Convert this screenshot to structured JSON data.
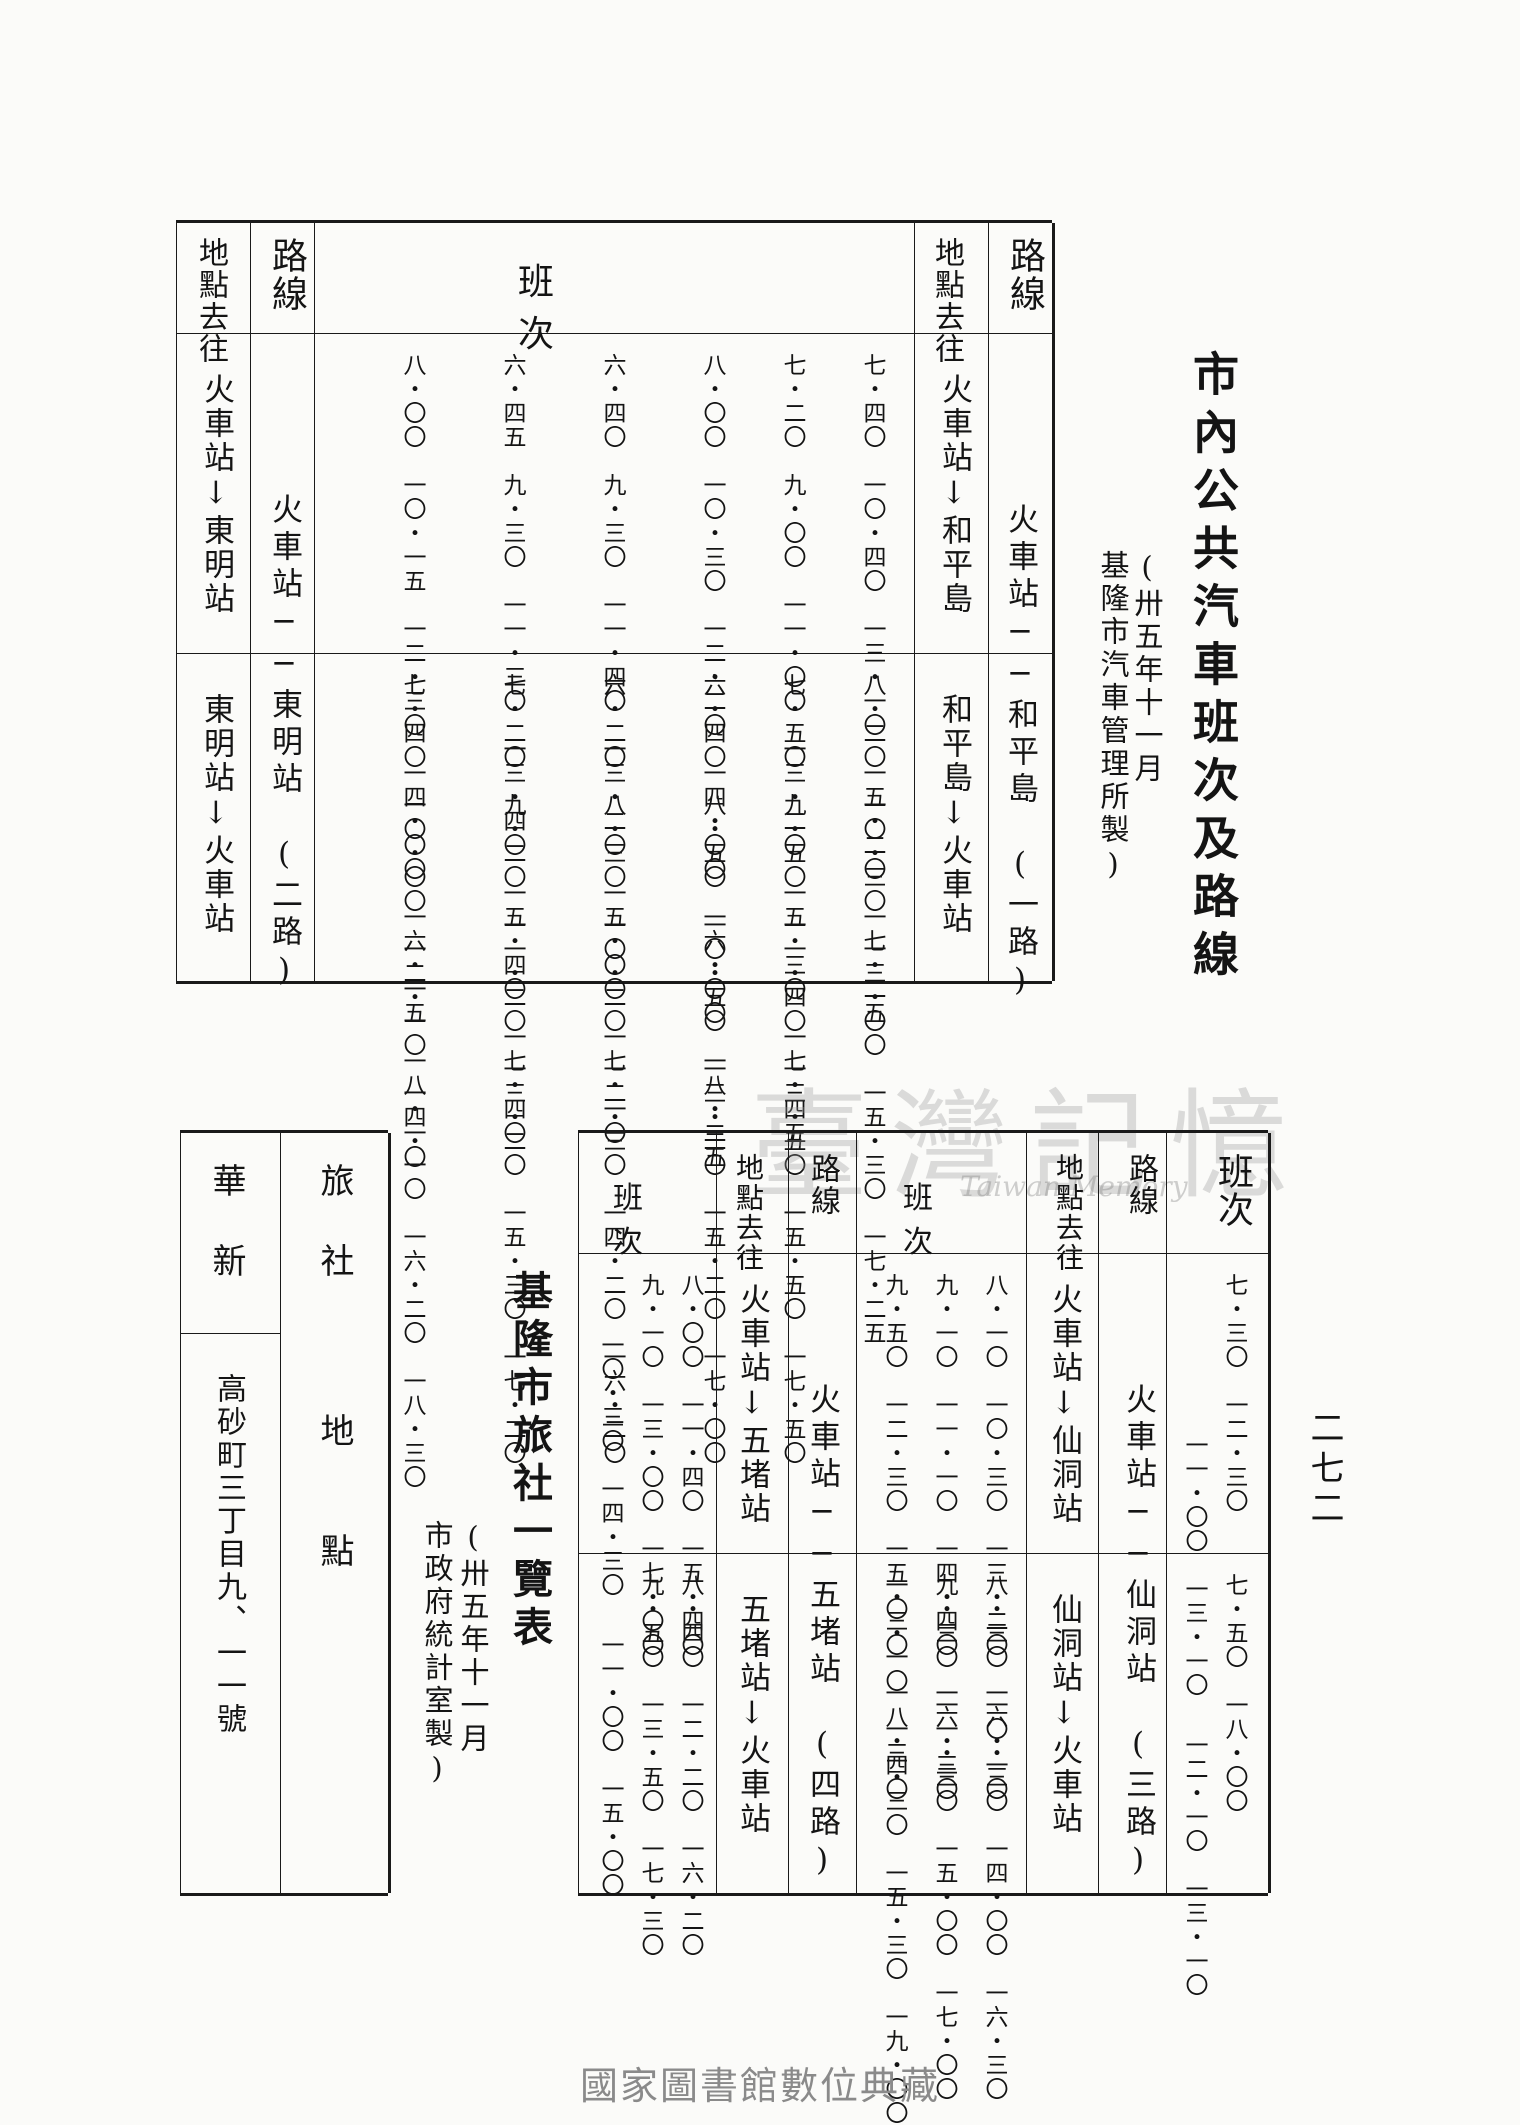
{
  "page_number": "二七二",
  "watermark": {
    "cn": "臺灣記憶",
    "en": "Taiwan Memory"
  },
  "footer": "國家圖書館數位典藏",
  "bus": {
    "title": "市內公共汽車班次及路線",
    "subtitle_1": "(卅五年十一月",
    "subtitle_2": "基隆市汽車管理所製)",
    "headers": {
      "route": "路線",
      "place": "地點去往",
      "schedule": "班　次"
    },
    "route1": {
      "name": "火車站──和平島　(一路)",
      "dir_out": "火車站↓和平島",
      "dir_back": "和平島↓火車站",
      "out_times": [
        "七・四〇　一〇・四〇　一三・一〇　一五・二〇　一七・二五",
        "七・二〇　九・〇〇　一一・〇〇　一三・二〇　一五・三〇　一七・四五",
        "八・〇〇　一〇・三〇　一二・二〇　一四・〇〇　一六・〇〇　一八・二五"
      ],
      "back_times": [
        "八・二〇　一〇・三〇　一三・〇〇　一五・三〇　一七・二五",
        "七・五〇　九・五〇　一一・四〇　一三・五〇　一五・五〇　一七・五〇",
        "六・四〇　八・五〇　一〇・五〇　一三・二〇　一五・二〇　一七・〇〇"
      ]
    },
    "route2": {
      "name": "火車站──東明站　(二路)",
      "dir_out": "火車站↓東明站",
      "dir_back": "東明站↓火車站",
      "out_times": [
        "六・四〇　九・三〇　一一・四〇　一三・二〇　一五・〇〇　一七・一〇",
        "六・四五　九・三〇　一一・三〇　一三・四〇　一五・四〇　一七・四〇",
        "八・〇〇　一〇・一五　一二・三〇　一四・〇〇　一六・一五　一八・一〇"
      ],
      "back_times": [
        "六・二〇　八・三〇　一〇・二〇　一二・三〇　一四・二〇　一六・二〇",
        "七・二〇　九・二〇　一一・二〇　一三・二〇　一五・三〇　一七・二〇",
        "七・四〇　一〇・〇〇　一二・一〇　一四・一〇　一六・二〇　一八・三〇"
      ]
    },
    "route3": {
      "name": "火車站──仙洞站　(三路)",
      "dir_out": "火車站↓仙洞站",
      "dir_back": "仙洞站↓火車站",
      "out_times": [
        "八・一〇　一〇・三〇　一三・二〇　一六・一〇",
        "九・一〇　一一・一〇　一四・四〇　一六・三〇",
        "九・五〇　一二・三〇　一五・三〇　一八・四〇"
      ],
      "back_times": [
        "八・三〇　一〇・三〇　一四・〇〇　一六・三〇",
        "九・三〇　一一・三〇　一五・〇〇　一七・〇〇",
        "一〇・一〇　一三・三〇　一五・三〇　一九・〇〇"
      ]
    },
    "route4": {
      "name": "火車站──五堵站　(四路)",
      "dir_out": "火車站↓五堵站",
      "dir_back": "五堵站↓火車站",
      "out_times": [
        "八・〇〇　一一・四〇　一五・四〇",
        "九・一〇　一三・〇〇　一七・〇〇",
        "一〇・三〇　一四・三〇"
      ],
      "back_times": [
        "八・四〇　一二・二〇　一六・二〇",
        "九・五〇　一三・五〇　一七・三〇",
        "一一・〇〇　一五・〇〇"
      ]
    },
    "section2_headers": {
      "schedule": "班次"
    },
    "right_schedule": {
      "times_a": "七・三〇　一二・三〇",
      "times_b": "一一・〇〇　一三・一〇",
      "times_c": "七・五〇　一八・〇〇",
      "times_d": "一二・一〇　一三・一〇"
    }
  },
  "hotel": {
    "title": "基隆市旅社一覽表",
    "subtitle_1": "(卅五年十一月",
    "subtitle_2": "市政府統計室製)",
    "headers": {
      "name": "旅　社",
      "location": "地　　點"
    },
    "rows": [
      {
        "name": "華　新",
        "location": "高砂町三丁目九、一一號"
      }
    ]
  }
}
